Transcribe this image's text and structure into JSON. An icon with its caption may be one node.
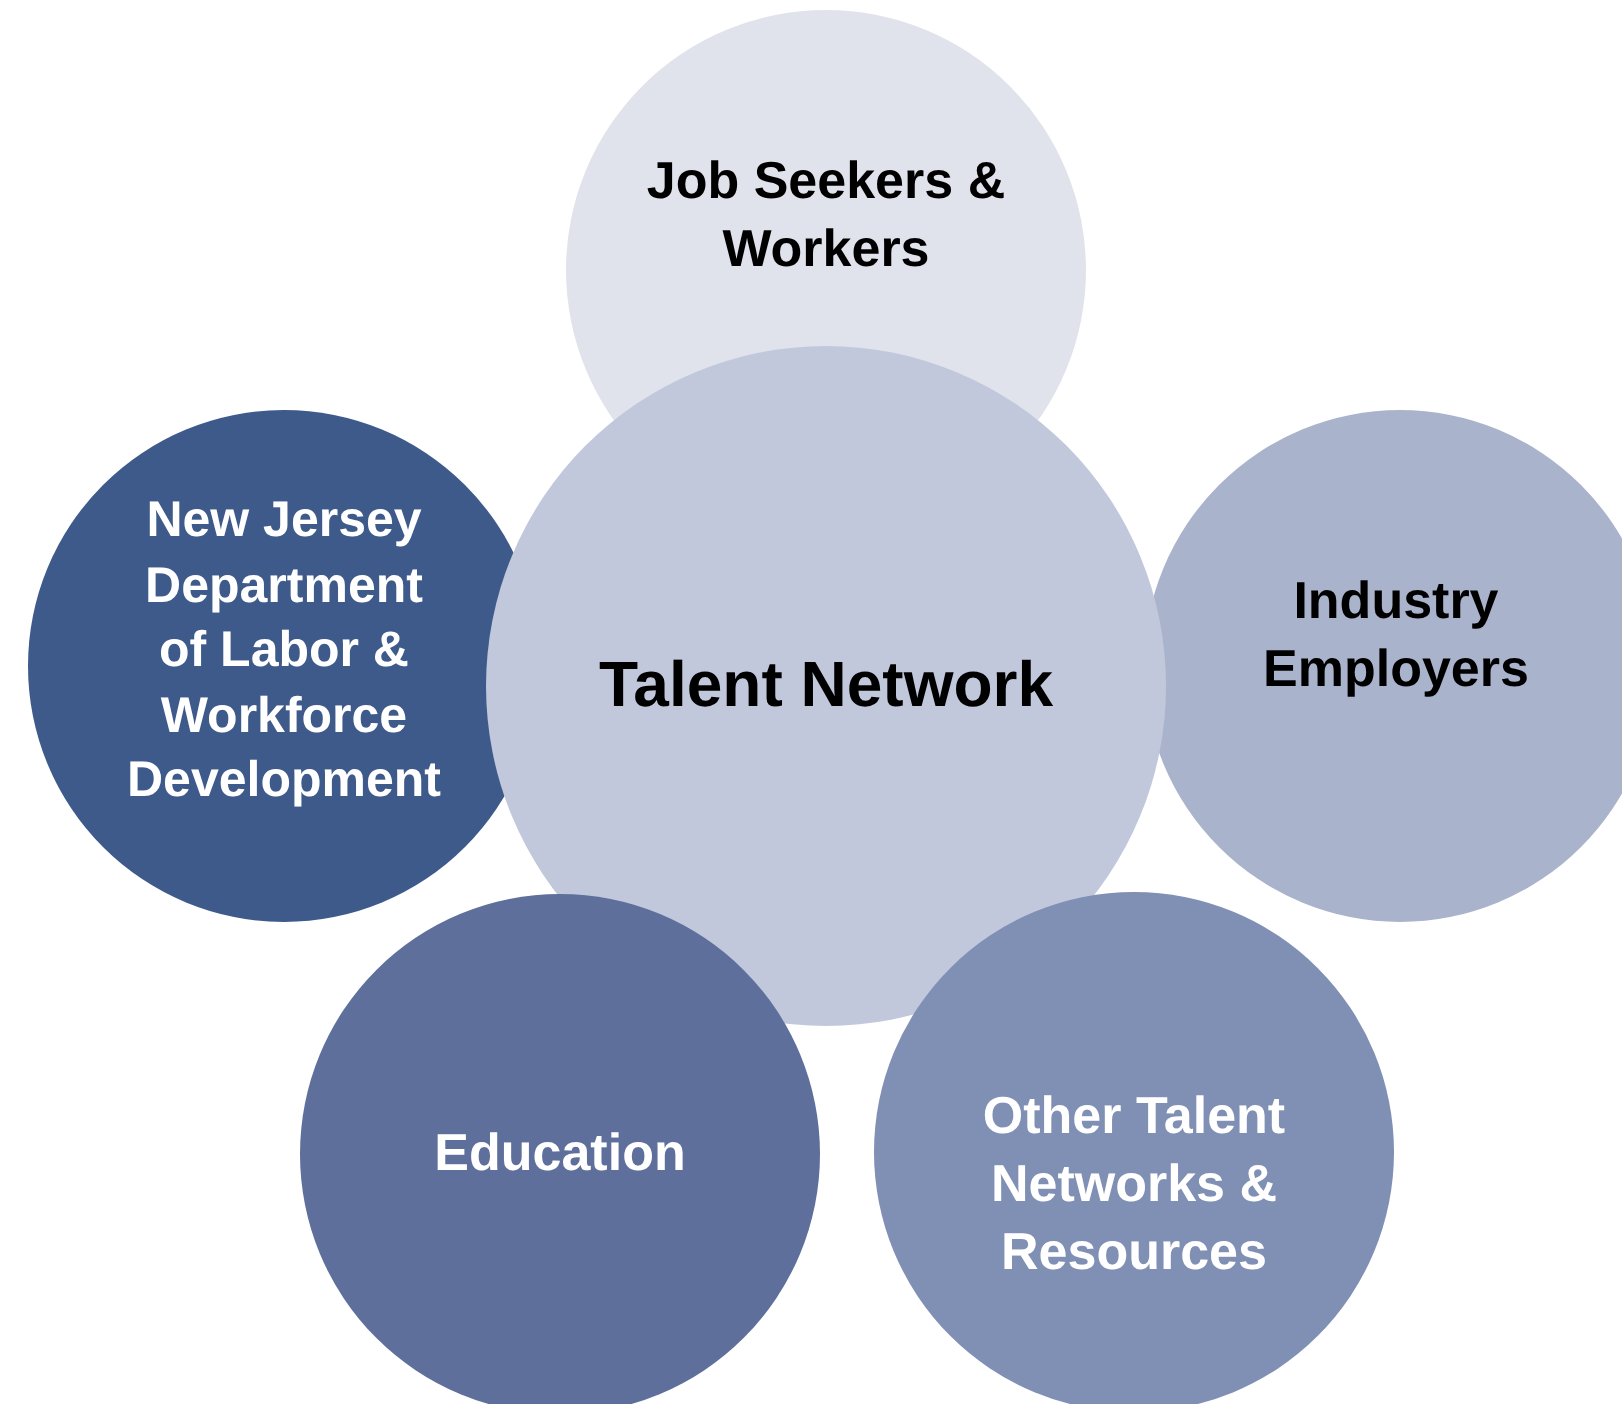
{
  "diagram": {
    "nodes": [
      {
        "text": [
          "Job Seekers & Workers"
        ]
      },
      {
        "text": [
          "New Jersey Department of Labor & Workforce Development"
        ]
      },
      {
        "text": [
          "Talent Network"
        ]
      },
      {
        "text": [
          "Industry Employers"
        ]
      },
      {
        "text": [
          "Education"
        ]
      },
      {
        "text": [
          "Other Talent Networks & Resources"
        ]
      }
    ]
  }
}
